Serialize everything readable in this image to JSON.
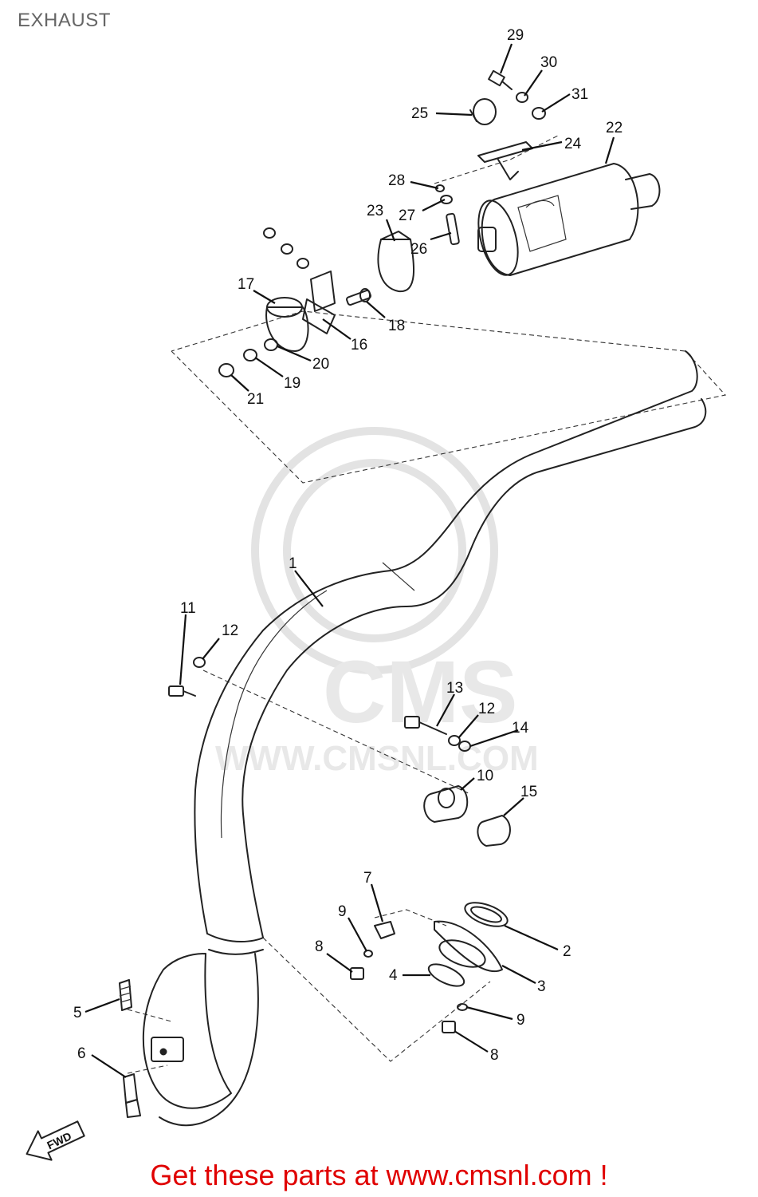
{
  "title": "EXHAUST",
  "watermark": {
    "brand": "CMS",
    "url": "WWW.CMSNL.COM"
  },
  "fwd_label": "FWD",
  "callouts": {
    "c1": "1",
    "c2": "2",
    "c3": "3",
    "c4": "4",
    "c5": "5",
    "c6": "6",
    "c7": "7",
    "c8a": "8",
    "c8b": "8",
    "c9a": "9",
    "c9b": "9",
    "c10": "10",
    "c11": "11",
    "c12a": "12",
    "c12b": "12",
    "c13": "13",
    "c14": "14",
    "c15": "15",
    "c16": "16",
    "c17": "17",
    "c18": "18",
    "c19": "19",
    "c20": "20",
    "c21": "21",
    "c22": "22",
    "c23": "23",
    "c24": "24",
    "c25": "25",
    "c26": "26",
    "c27": "27",
    "c28": "28",
    "c29": "29",
    "c30": "30",
    "c31": "31"
  },
  "footer": "Get these parts at www.cmsnl.com !"
}
